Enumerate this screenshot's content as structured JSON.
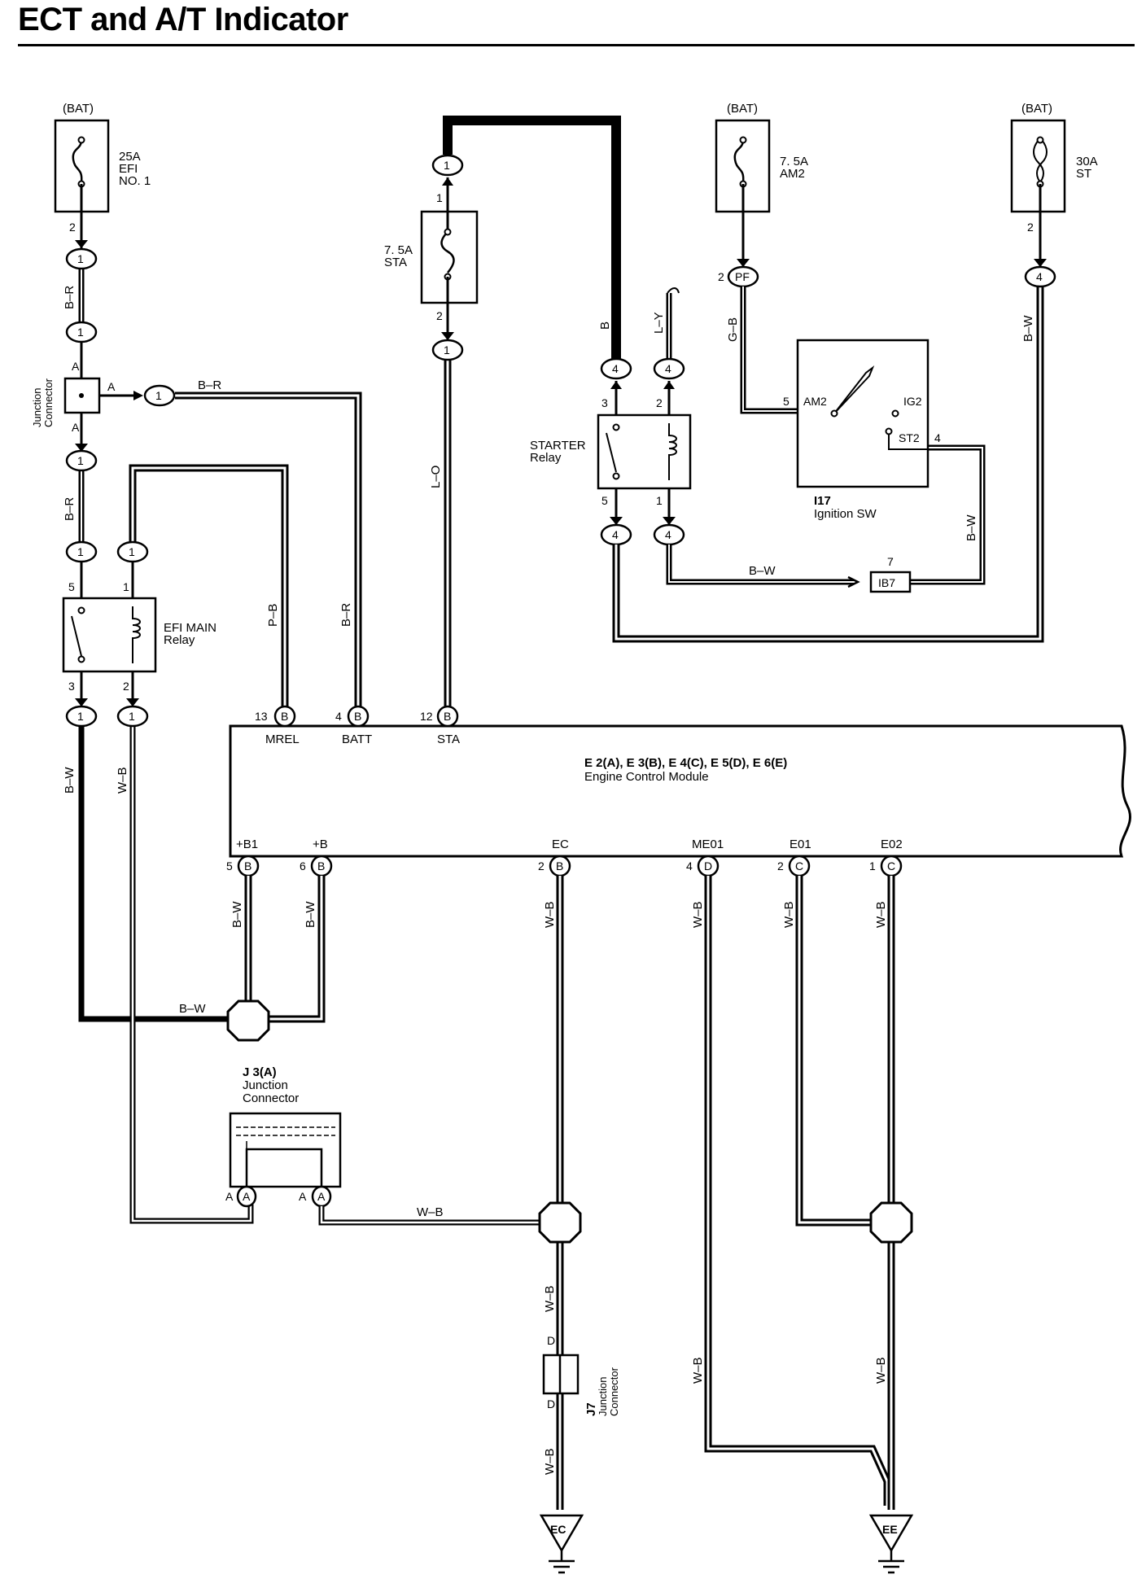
{
  "title": "ECT and A/T Indicator",
  "colors": {
    "line": "#000000",
    "background": "#ffffff"
  },
  "fuses": {
    "efi": {
      "source": "(BAT)",
      "rating": "25A",
      "name_1": "EFI",
      "name_2": "NO. 1",
      "pin": "2"
    },
    "sta": {
      "rating": "7. 5A",
      "name": "STA",
      "pin_top": "1",
      "pin_bottom": "2"
    },
    "am2": {
      "source": "(BAT)",
      "rating": "7. 5A",
      "name": "AM2"
    },
    "st": {
      "source": "(BAT)",
      "rating": "30A",
      "name": "ST",
      "pin": "2"
    }
  },
  "junction_connector_a": {
    "label_1": "Junction",
    "label_2": "Connector",
    "pin_top": "A",
    "pin_right": "A",
    "pin_bottom": "A"
  },
  "starter_relay": {
    "label_1": "STARTER",
    "label_2": "Relay",
    "pin_3": "3",
    "pin_2": "2",
    "pin_5": "5",
    "pin_1": "1"
  },
  "efi_main_relay": {
    "label_1": "EFI MAIN",
    "label_2": "Relay",
    "pin_5": "5",
    "pin_1": "1",
    "pin_3": "3",
    "pin_2": "2"
  },
  "ignition_sw": {
    "id": "I17",
    "name": "Ignition SW",
    "am2": "AM2",
    "ig2": "IG2",
    "st2": "ST2",
    "pin_am2": "5",
    "pin_st2": "4",
    "pin_pf": "2"
  },
  "ecm": {
    "line_1": "E 2(A), E 3(B), E 4(C), E 5(D), E 6(E)",
    "line_2": "Engine Control Module",
    "top_terminals": [
      {
        "pin": "13",
        "conn": "B",
        "name": "MREL"
      },
      {
        "pin": "4",
        "conn": "B",
        "name": "BATT"
      },
      {
        "pin": "12",
        "conn": "B",
        "name": "STA"
      }
    ],
    "bottom_terminals": [
      {
        "pin": "5",
        "conn": "B",
        "name": "+B1"
      },
      {
        "pin": "6",
        "conn": "B",
        "name": "+B"
      },
      {
        "pin": "2",
        "conn": "B",
        "name": "EC"
      },
      {
        "pin": "4",
        "conn": "D",
        "name": "ME01"
      },
      {
        "pin": "2",
        "conn": "C",
        "name": "E01"
      },
      {
        "pin": "1",
        "conn": "C",
        "name": "E02"
      }
    ]
  },
  "j3": {
    "id": "J 3(A)",
    "label_1": "Junction",
    "label_2": "Connector",
    "pin_a": "A",
    "pin_b": "A"
  },
  "j7": {
    "id": "J7",
    "label_1": "Junction",
    "label_2": "Connector",
    "pin_top": "D",
    "pin_bottom": "D"
  },
  "connectors": {
    "one": "1",
    "four": "4",
    "pf": "PF",
    "ib7": "IB7",
    "ib7_pin": "7",
    "b": "B",
    "a": "A",
    "d": "D",
    "c": "C"
  },
  "wires": {
    "br": "B–R",
    "bw": "B–W",
    "wb": "W–B",
    "lo": "L–O",
    "b": "B",
    "ly": "L–Y",
    "gb": "G–B",
    "pb": "P–B"
  },
  "grounds": {
    "ec": "EC",
    "ee": "EE"
  }
}
